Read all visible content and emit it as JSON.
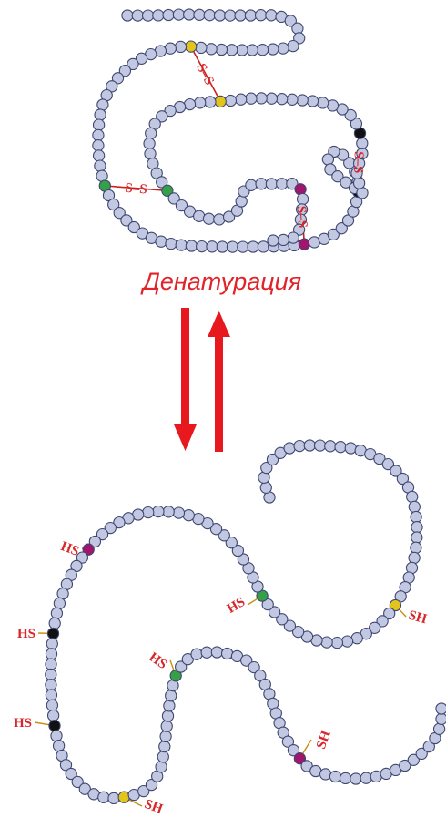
{
  "caption": "Денатурация",
  "colors": {
    "bead": "#c3c8e2",
    "bead_outline": "#3d4770",
    "cys_yellow": "#e3c41a",
    "cys_magenta": "#a0166c",
    "cys_green": "#36a047",
    "cys_black": "#111111",
    "label": "#d8262a",
    "arrow": "#e8191e"
  },
  "disulfide_label": "S–S",
  "thiol_labels": {
    "hs": "HS",
    "sh": "SH"
  }
}
